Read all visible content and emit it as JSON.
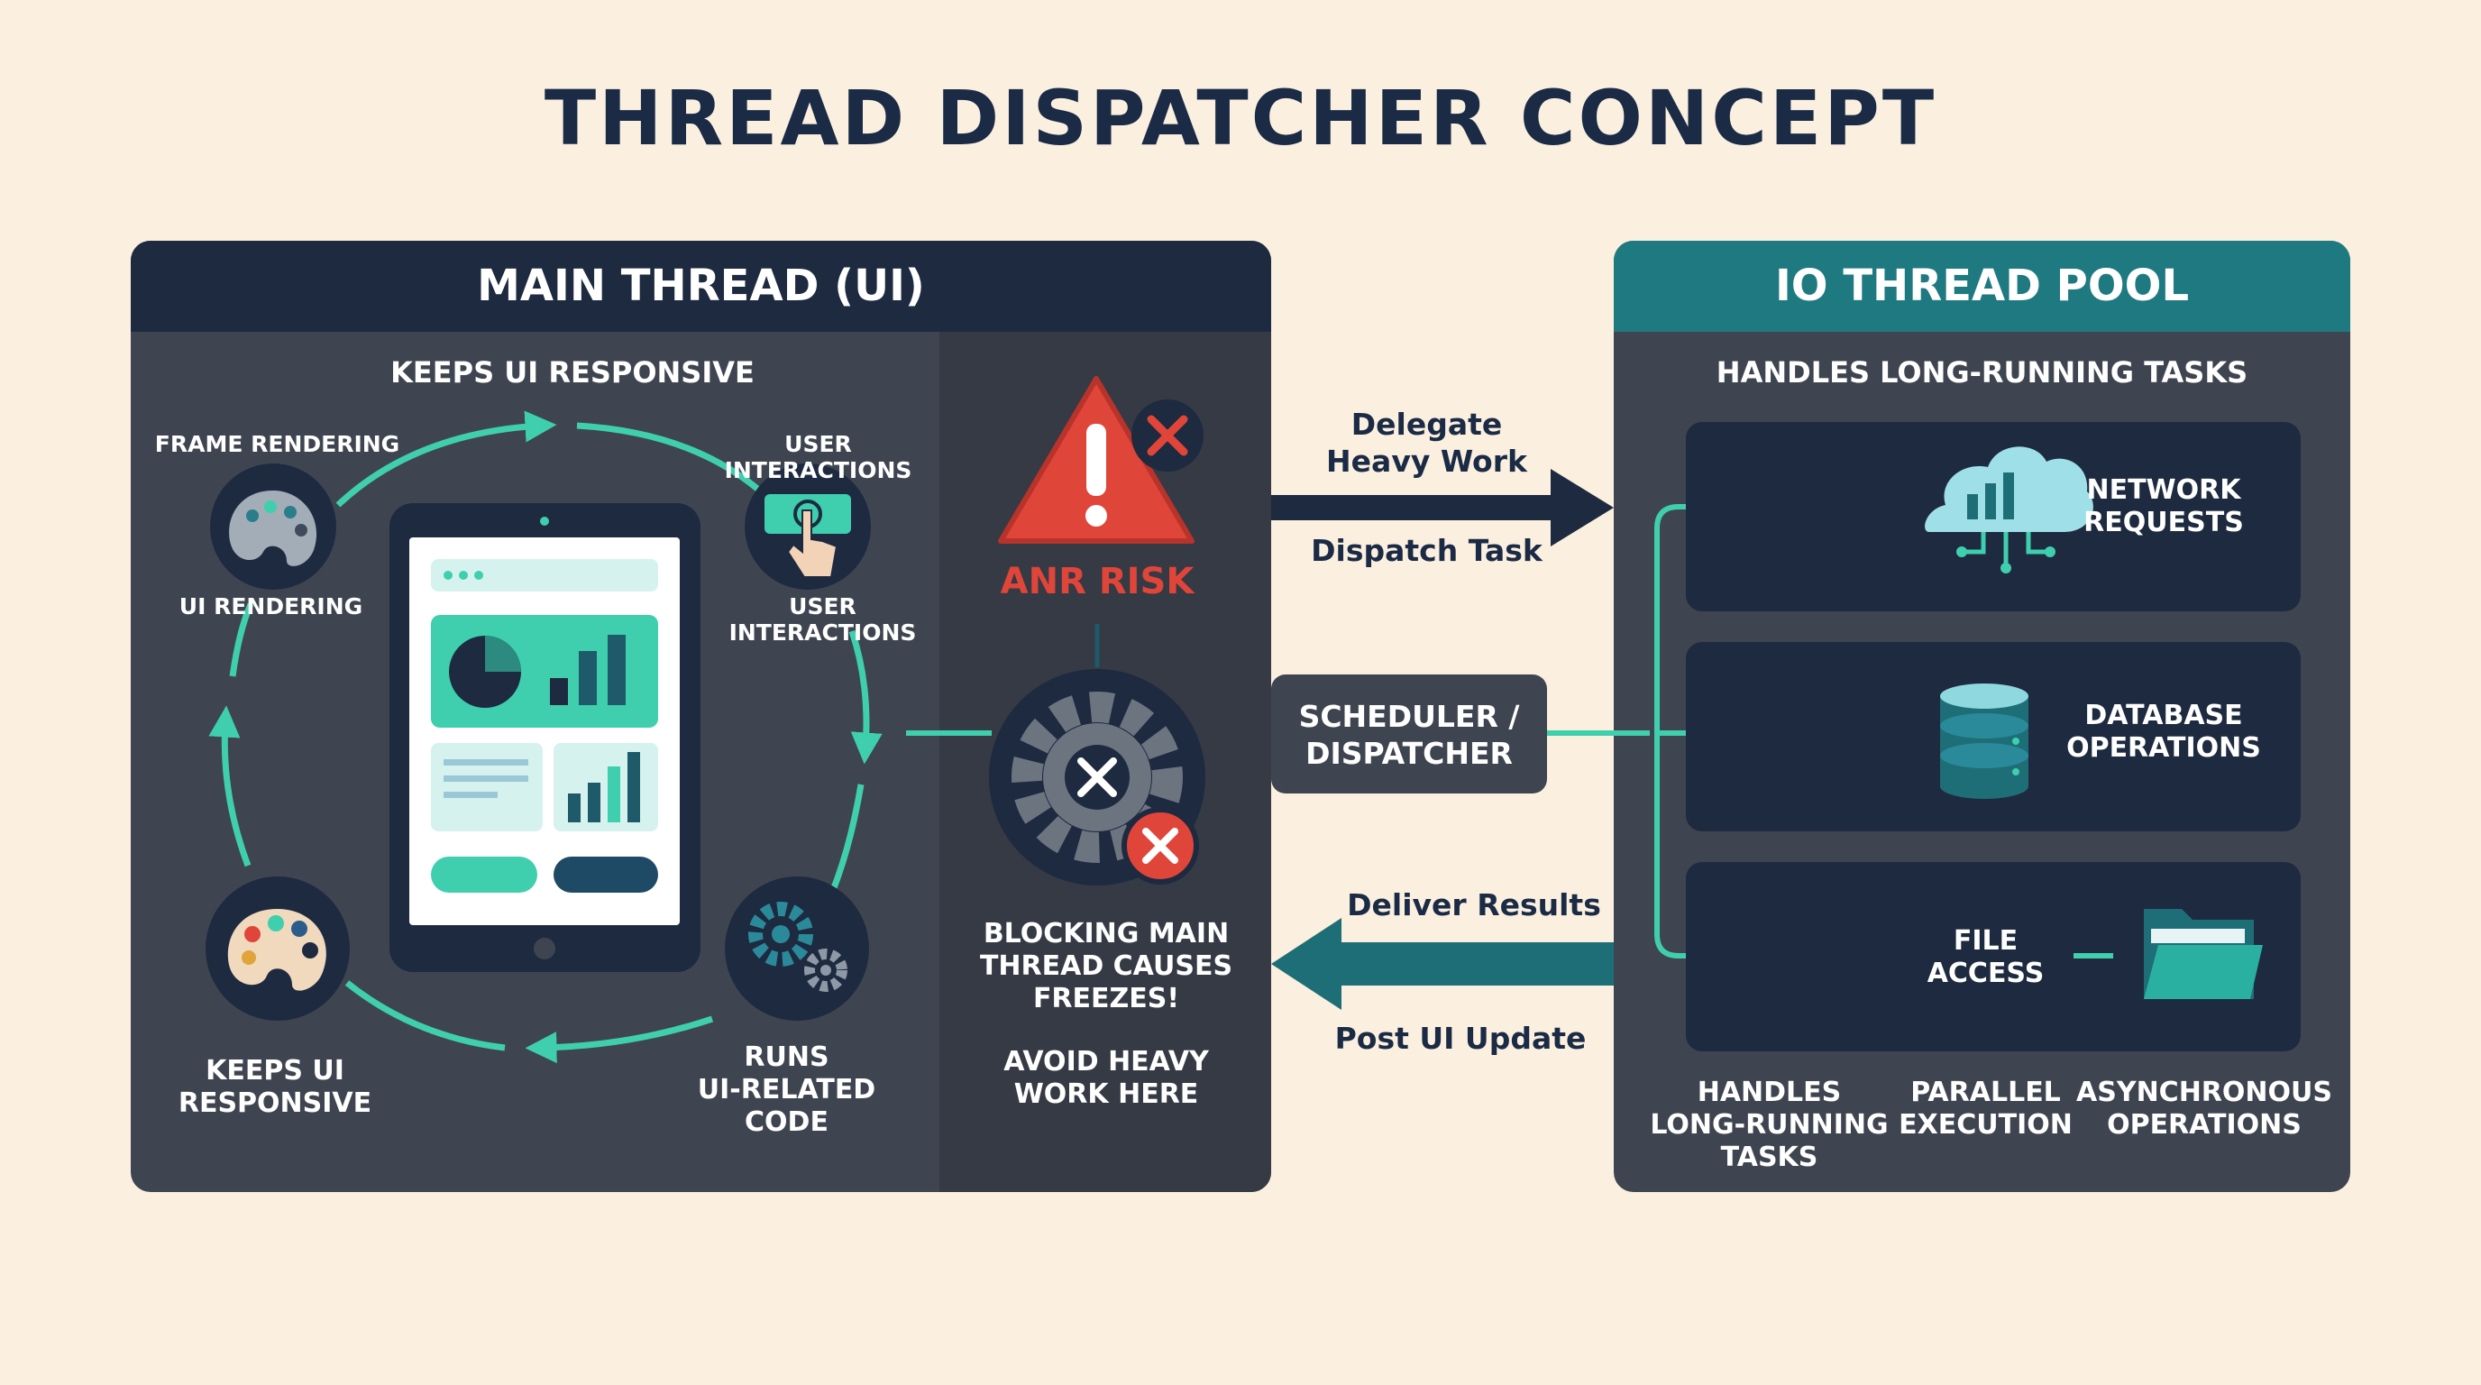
{
  "title": "THREAD DISPATCHER CONCEPT",
  "main_thread": {
    "header": "MAIN THREAD (UI)",
    "subtitle": "KEEPS UI RESPONSIVE",
    "frame_rendering": "FRAME RENDERING",
    "ui_rendering": "UI RENDERING",
    "user_interactions_top": "USER INTERACTIONS",
    "user_interactions_bottom": "USER INTERACTIONS",
    "keeps_ui_responsive": "KEEPS UI\nRESPONSIVE",
    "runs_ui_code": "RUNS\nUI-RELATED\nCODE",
    "anr_risk": "ANR RISK",
    "blocking_note": "BLOCKING MAIN\nTHREAD CAUSES\nFREEZES!",
    "avoid_note": "AVOID HEAVY\nWORK HERE"
  },
  "dispatcher": {
    "label": "SCHEDULER /\nDISPATCHER",
    "delegate": "Delegate\nHeavy Work",
    "dispatch_task": "Dispatch Task",
    "deliver_results": "Deliver Results",
    "post_ui_update": "Post UI Update"
  },
  "io_pool": {
    "header": "IO THREAD POOL",
    "subtitle": "HANDLES LONG-RUNNING TASKS",
    "network": "NETWORK\nREQUESTS",
    "database": "DATABASE\nOPERATIONS",
    "file_access": "FILE\nACCESS",
    "footer_1": "HANDLES\nLONG-RUNNING\nTASKS",
    "footer_2": "PARALLEL\nEXECUTION",
    "footer_3": "ASYNCHRONOUS\nOPERATIONS"
  },
  "colors": {
    "teal": "#3fcfae",
    "navy": "#1e2a40",
    "io_teal": "#1e7a80",
    "warning_red": "#e0453a",
    "background": "#fbf0e0"
  }
}
